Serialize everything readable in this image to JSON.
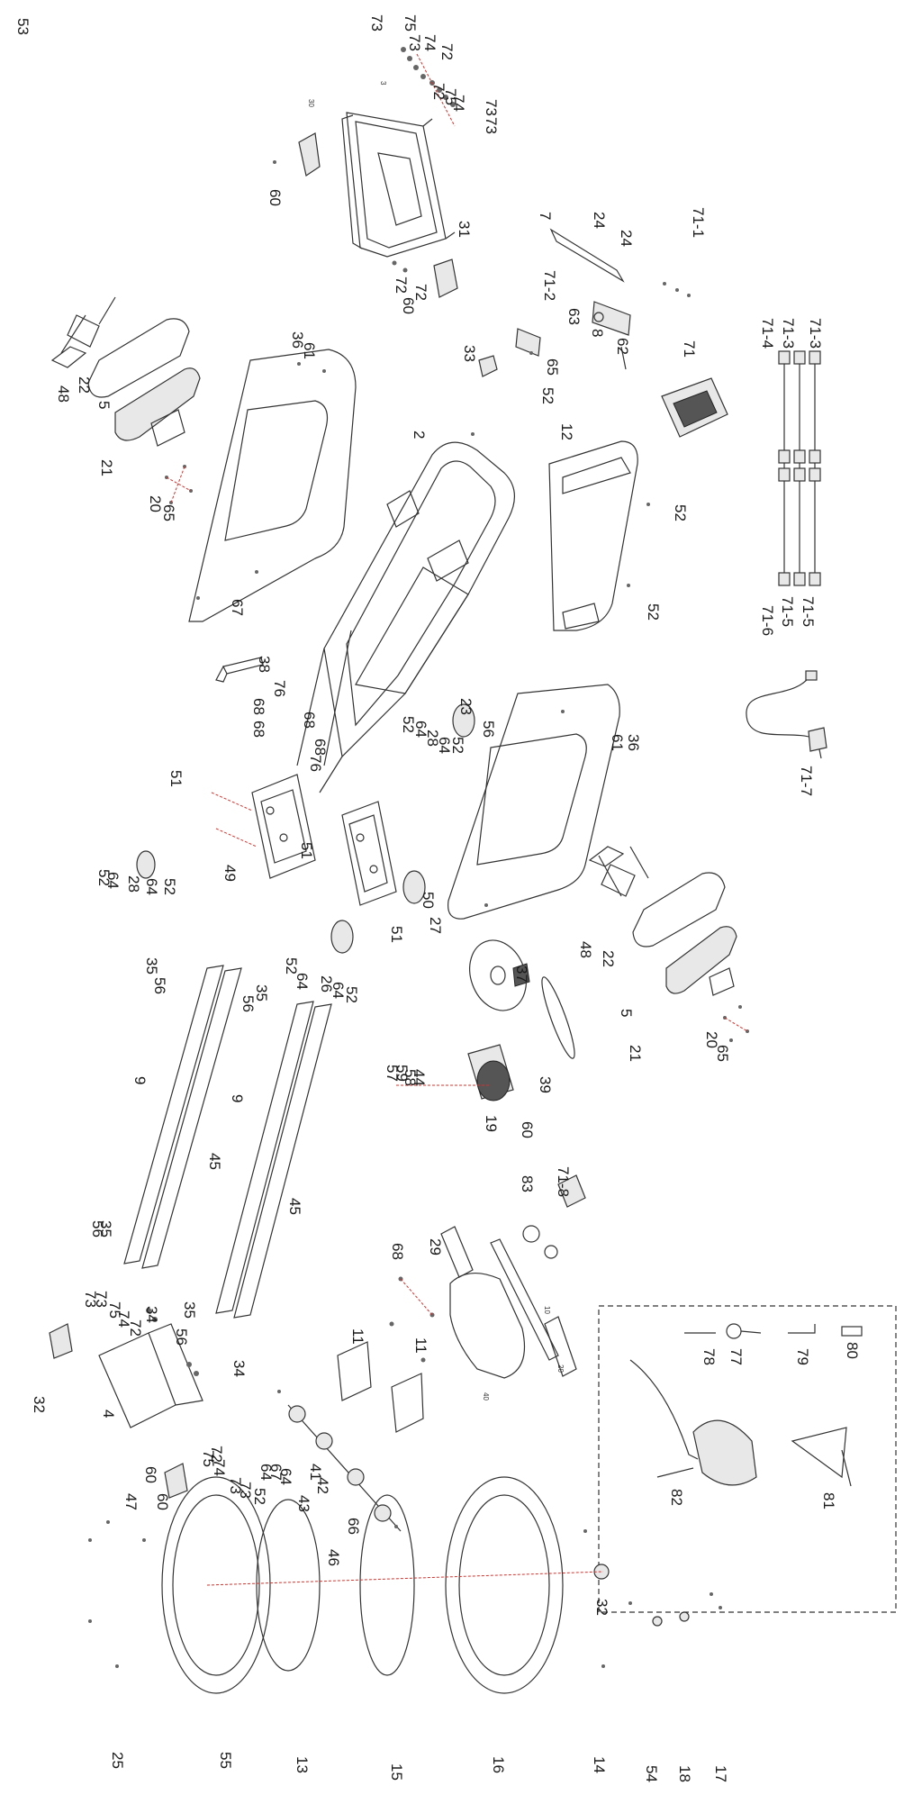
{
  "labels": [
    {
      "text": "73"
    },
    {
      "text": "75"
    },
    {
      "text": "74"
    },
    {
      "text": "72"
    },
    {
      "text": "73"
    },
    {
      "text": "72"
    },
    {
      "text": "75"
    },
    {
      "text": "74"
    },
    {
      "text": "73"
    },
    {
      "text": "73"
    },
    {
      "text": "30"
    },
    {
      "text": "3"
    },
    {
      "text": "60"
    },
    {
      "text": "31"
    },
    {
      "text": "72"
    },
    {
      "text": "72"
    },
    {
      "text": "60"
    },
    {
      "text": "7"
    },
    {
      "text": "24"
    },
    {
      "text": "24"
    },
    {
      "text": "71-1"
    },
    {
      "text": "71-2"
    },
    {
      "text": "63"
    },
    {
      "text": "8"
    },
    {
      "text": "62"
    },
    {
      "text": "65"
    },
    {
      "text": "52"
    },
    {
      "text": "71"
    },
    {
      "text": "71-4"
    },
    {
      "text": "71-3"
    },
    {
      "text": "71-3"
    },
    {
      "text": "33"
    },
    {
      "text": "48"
    },
    {
      "text": "22"
    },
    {
      "text": "5"
    },
    {
      "text": "21"
    },
    {
      "text": "20"
    },
    {
      "text": "65"
    },
    {
      "text": "36"
    },
    {
      "text": "61"
    },
    {
      "text": "2"
    },
    {
      "text": "12"
    },
    {
      "text": "52"
    },
    {
      "text": "52"
    },
    {
      "text": "71-6"
    },
    {
      "text": "71-5"
    },
    {
      "text": "71-5"
    },
    {
      "text": "71-7"
    },
    {
      "text": "67"
    },
    {
      "text": "38"
    },
    {
      "text": "76"
    },
    {
      "text": "68"
    },
    {
      "text": "68"
    },
    {
      "text": "68"
    },
    {
      "text": "68"
    },
    {
      "text": "76"
    },
    {
      "text": "23"
    },
    {
      "text": "56"
    },
    {
      "text": "52"
    },
    {
      "text": "64"
    },
    {
      "text": "28"
    },
    {
      "text": "64"
    },
    {
      "text": "52"
    },
    {
      "text": "61"
    },
    {
      "text": "36"
    },
    {
      "text": "51"
    },
    {
      "text": "52"
    },
    {
      "text": "64"
    },
    {
      "text": "28"
    },
    {
      "text": "64"
    },
    {
      "text": "52"
    },
    {
      "text": "49"
    },
    {
      "text": "51"
    },
    {
      "text": "50"
    },
    {
      "text": "27"
    },
    {
      "text": "51"
    },
    {
      "text": "48"
    },
    {
      "text": "22"
    },
    {
      "text": "5"
    },
    {
      "text": "21"
    },
    {
      "text": "20"
    },
    {
      "text": "65"
    },
    {
      "text": "35"
    },
    {
      "text": "56"
    },
    {
      "text": "52"
    },
    {
      "text": "64"
    },
    {
      "text": "26"
    },
    {
      "text": "64"
    },
    {
      "text": "52"
    },
    {
      "text": "35"
    },
    {
      "text": "56"
    },
    {
      "text": "37"
    },
    {
      "text": "39"
    },
    {
      "text": "9"
    },
    {
      "text": "9"
    },
    {
      "text": "45"
    },
    {
      "text": "45"
    },
    {
      "text": "57"
    },
    {
      "text": "59"
    },
    {
      "text": "58"
    },
    {
      "text": "44"
    },
    {
      "text": "19"
    },
    {
      "text": "60"
    },
    {
      "text": "71-8"
    },
    {
      "text": "83"
    },
    {
      "text": "56"
    },
    {
      "text": "35"
    },
    {
      "text": "29"
    },
    {
      "text": "10"
    },
    {
      "text": "20"
    },
    {
      "text": "73"
    },
    {
      "text": "73"
    },
    {
      "text": "75"
    },
    {
      "text": "74"
    },
    {
      "text": "72"
    },
    {
      "text": "34"
    },
    {
      "text": "35"
    },
    {
      "text": "56"
    },
    {
      "text": "34"
    },
    {
      "text": "68"
    },
    {
      "text": "11"
    },
    {
      "text": "11"
    },
    {
      "text": "40"
    },
    {
      "text": "78"
    },
    {
      "text": "77"
    },
    {
      "text": "79"
    },
    {
      "text": "80"
    },
    {
      "text": "82"
    },
    {
      "text": "81"
    },
    {
      "text": "60"
    },
    {
      "text": "32"
    },
    {
      "text": "4"
    },
    {
      "text": "72"
    },
    {
      "text": "75"
    },
    {
      "text": "74"
    },
    {
      "text": "73"
    },
    {
      "text": "73"
    },
    {
      "text": "52"
    },
    {
      "text": "64"
    },
    {
      "text": "67"
    },
    {
      "text": "64"
    },
    {
      "text": "43"
    },
    {
      "text": "41"
    },
    {
      "text": "42"
    },
    {
      "text": "66"
    },
    {
      "text": "46"
    },
    {
      "text": "47"
    },
    {
      "text": "60"
    },
    {
      "text": "32"
    },
    {
      "text": "25"
    },
    {
      "text": "55"
    },
    {
      "text": "13"
    },
    {
      "text": "15"
    },
    {
      "text": "16"
    },
    {
      "text": "14"
    },
    {
      "text": "54"
    },
    {
      "text": "18"
    },
    {
      "text": "17"
    },
    {
      "text": "53"
    }
  ]
}
